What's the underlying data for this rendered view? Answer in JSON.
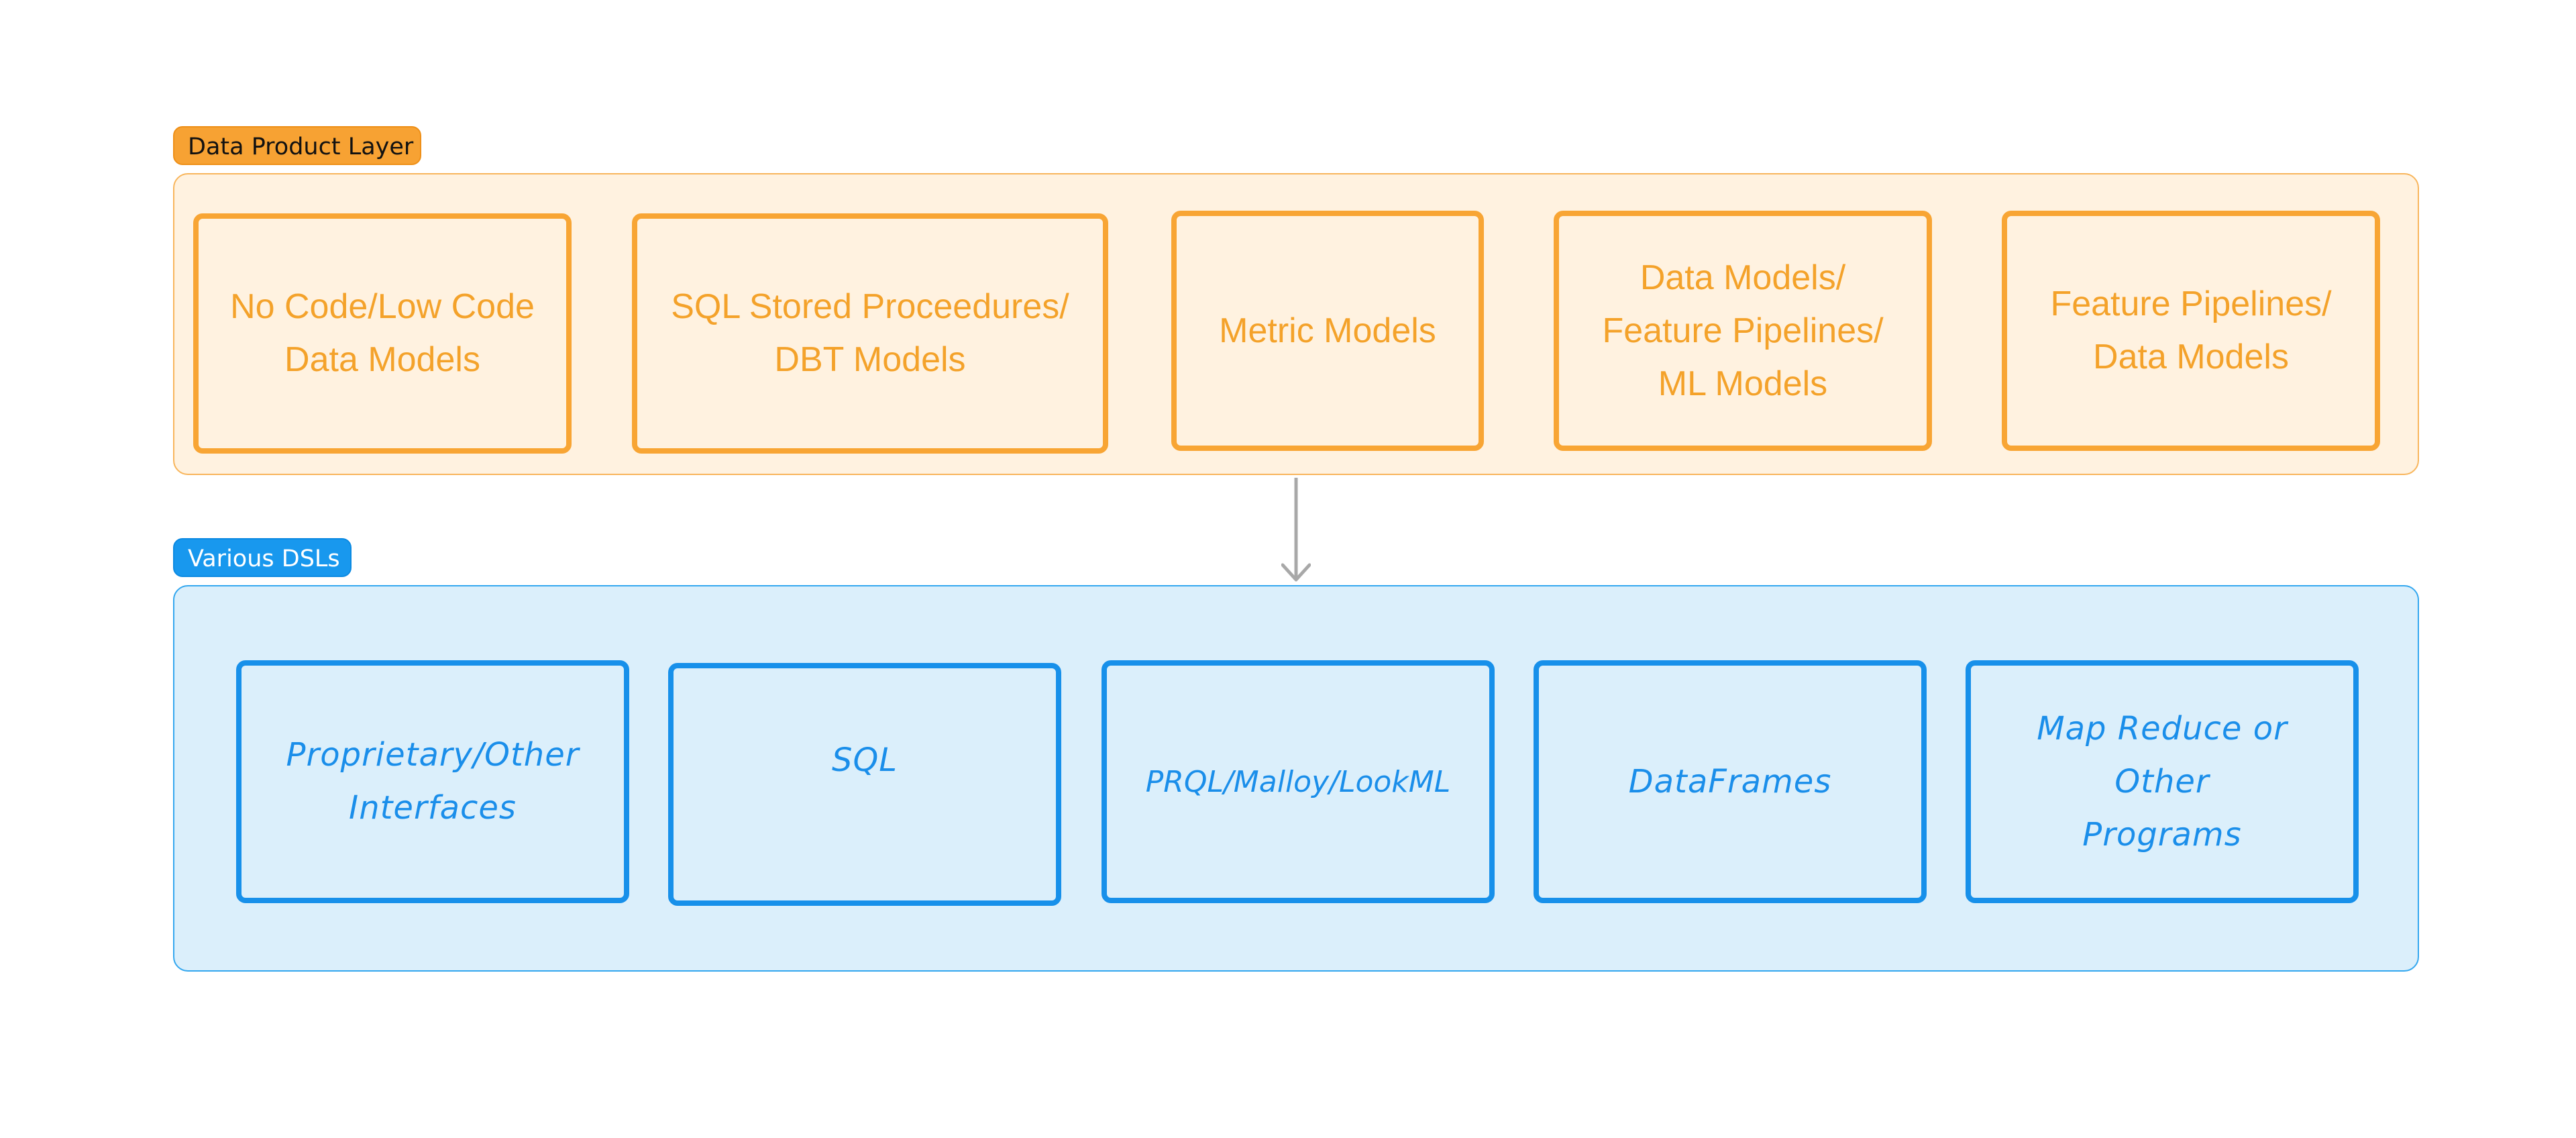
{
  "diagram": {
    "data_product_layer": {
      "label": "Data Product Layer",
      "nodes": [
        {
          "id": "no-code-low-code",
          "text": "No Code/Low Code\nData Models"
        },
        {
          "id": "sql-stored-procedures",
          "text": "SQL Stored Proceedures/\nDBT Models"
        },
        {
          "id": "metric-models",
          "text": "Metric Models"
        },
        {
          "id": "data-feature-ml-models",
          "text": "Data Models/\nFeature Pipelines/\nML Models"
        },
        {
          "id": "feature-pipelines-data-models",
          "text": "Feature Pipelines/\nData Models"
        }
      ]
    },
    "dsl_layer": {
      "label": "Various DSLs",
      "nodes": [
        {
          "id": "proprietary-other",
          "text": "Proprietary/Other\nInterfaces"
        },
        {
          "id": "sql",
          "text": "SQL"
        },
        {
          "id": "prql-malloy-lookml",
          "text": "PRQL/Malloy/LookML"
        },
        {
          "id": "dataframes",
          "text": "DataFrames"
        },
        {
          "id": "map-reduce",
          "text": "Map Reduce or\nOther\nPrograms"
        }
      ]
    },
    "edges": [
      {
        "from": "data_product_layer",
        "to": "dsl_layer"
      }
    ],
    "colors": {
      "orange_accent": "#f8a534",
      "orange_fill": "#fff2e0",
      "blue_accent": "#1790ea",
      "blue_fill": "#dbeffb",
      "connector": "#a8a8a8"
    }
  }
}
